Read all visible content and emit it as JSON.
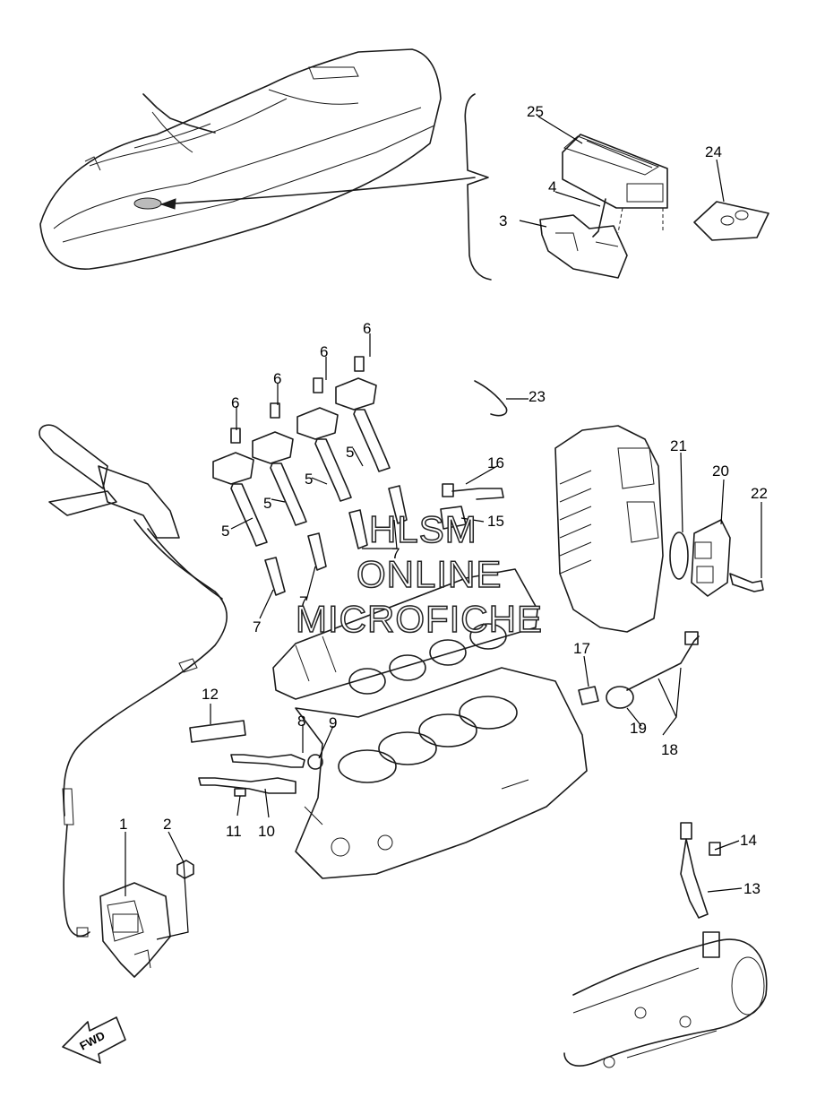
{
  "diagram": {
    "callouts": [
      {
        "id": "c1",
        "text": "1"
      },
      {
        "id": "c2",
        "text": "2"
      },
      {
        "id": "c3",
        "text": "3"
      },
      {
        "id": "c4",
        "text": "4"
      },
      {
        "id": "c5a",
        "text": "5"
      },
      {
        "id": "c5b",
        "text": "5"
      },
      {
        "id": "c5c",
        "text": "5"
      },
      {
        "id": "c5d",
        "text": "5"
      },
      {
        "id": "c6a",
        "text": "6"
      },
      {
        "id": "c6b",
        "text": "6"
      },
      {
        "id": "c6c",
        "text": "6"
      },
      {
        "id": "c6d",
        "text": "6"
      },
      {
        "id": "c7a",
        "text": "7"
      },
      {
        "id": "c7b",
        "text": "7"
      },
      {
        "id": "c7c",
        "text": "7"
      },
      {
        "id": "c8",
        "text": "8"
      },
      {
        "id": "c9",
        "text": "9"
      },
      {
        "id": "c10",
        "text": "10"
      },
      {
        "id": "c11",
        "text": "11"
      },
      {
        "id": "c12",
        "text": "12"
      },
      {
        "id": "c13",
        "text": "13"
      },
      {
        "id": "c14",
        "text": "14"
      },
      {
        "id": "c15",
        "text": "15"
      },
      {
        "id": "c16",
        "text": "16"
      },
      {
        "id": "c17",
        "text": "17"
      },
      {
        "id": "c18",
        "text": "18"
      },
      {
        "id": "c19",
        "text": "19"
      },
      {
        "id": "c20",
        "text": "20"
      },
      {
        "id": "c21",
        "text": "21"
      },
      {
        "id": "c22",
        "text": "22"
      },
      {
        "id": "c23",
        "text": "23"
      },
      {
        "id": "c24",
        "text": "24"
      },
      {
        "id": "c25",
        "text": "25"
      }
    ],
    "fwd_label": "FWD",
    "watermark": [
      "HLSM",
      "ONLINE",
      "MICROFICHE"
    ]
  }
}
